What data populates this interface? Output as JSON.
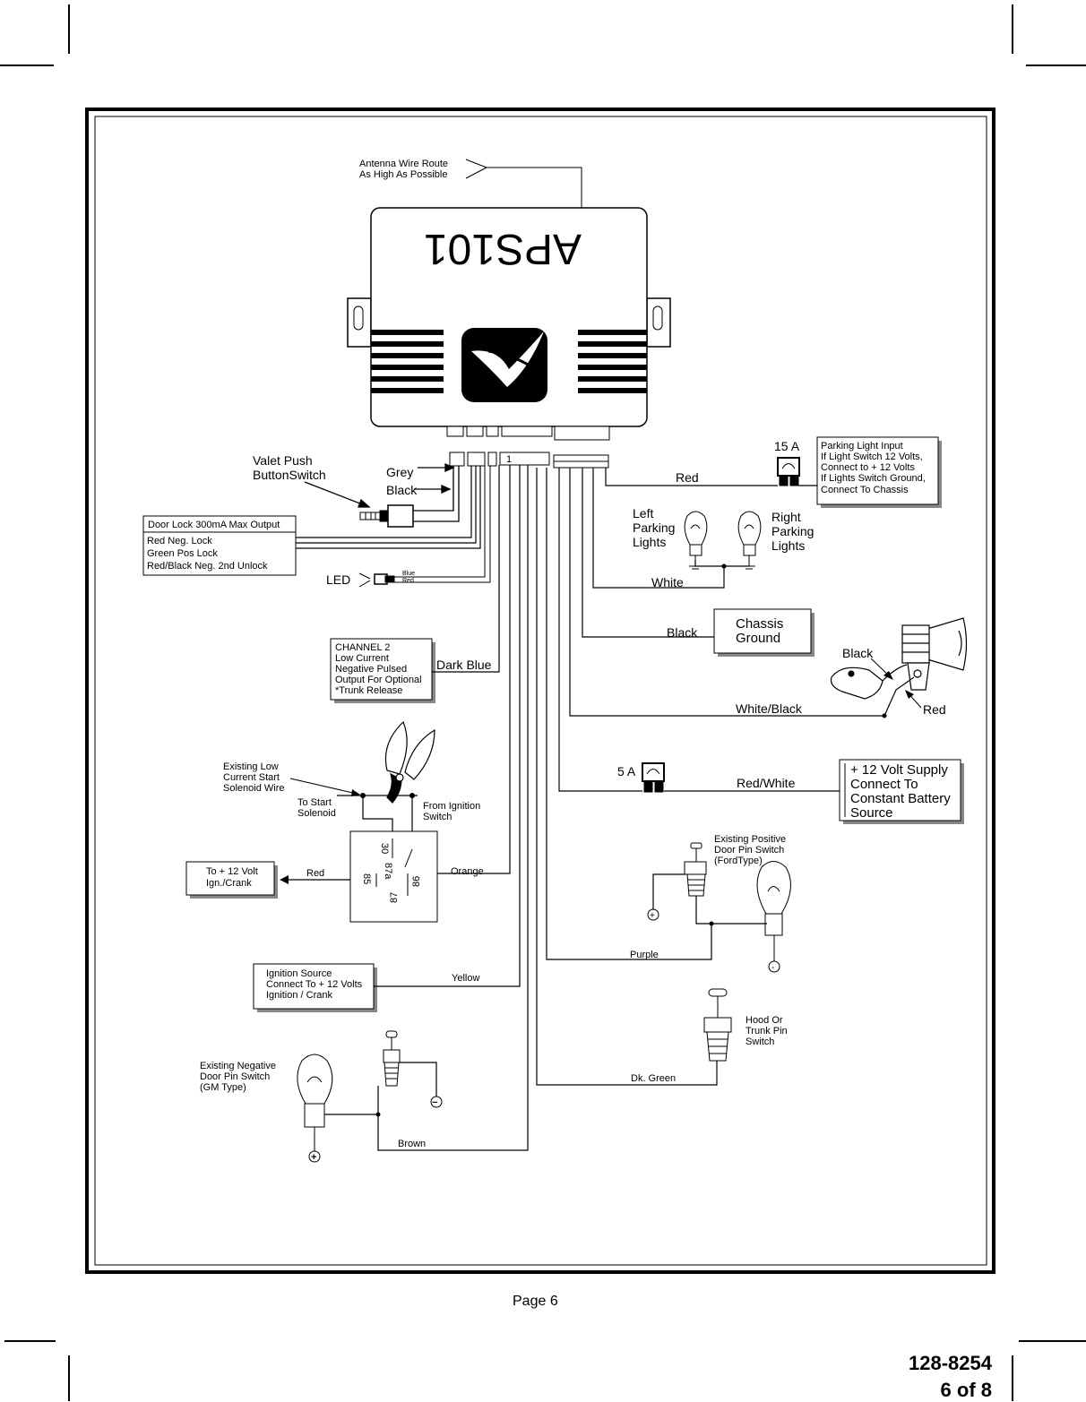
{
  "unit": {
    "model": "APS101"
  },
  "antenna": {
    "line1": "Antenna Wire Route",
    "line2": "As High As Possible"
  },
  "valet": {
    "line1": "Valet Push",
    "line2": "ButtonSwitch",
    "grey": "Grey",
    "black": "Black"
  },
  "door_lock": {
    "title": "Door Lock 300mA Max Output",
    "line1": "Red Neg. Lock",
    "line2": "Green Pos Lock",
    "line3": "Red/Black Neg. 2nd Unlock"
  },
  "led": {
    "label": "LED",
    "blue": "Blue",
    "red": "Red"
  },
  "channel2": {
    "line1": "CHANNEL 2",
    "line2": "Low Current",
    "line3": "Negative Pulsed",
    "line4": "Output For Optional",
    "line5": "*Trunk Release",
    "wire": "Dark Blue"
  },
  "parking": {
    "fuse": "15 A",
    "wire_red": "Red",
    "box_line1": "Parking Light Input",
    "box_line2": "If Light Switch 12 Volts,",
    "box_line3": "Connect to + 12 Volts",
    "box_line4": "If Lights Switch Ground,",
    "box_line5": " Connect To Chassis",
    "left_line1": "Left",
    "left_line2": "Parking",
    "left_line3": "Lights",
    "right_line1": "Right",
    "right_line2": "Parking",
    "right_line3": "Lights",
    "wire_white": "White"
  },
  "chassis": {
    "wire": "Black",
    "line1": "Chassis",
    "line2": "Ground"
  },
  "siren": {
    "black": "Black",
    "red": "Red",
    "wire": "White/Black"
  },
  "supply": {
    "fuse": "5 A",
    "wire": "Red/White",
    "line1": "+ 12 Volt Supply",
    "line2": "Connect To",
    "line3": "Constant Battery",
    "line4": "Source"
  },
  "starter": {
    "existing_line1": "Existing Low",
    "existing_line2": "Current Start",
    "existing_line3": "Solenoid Wire",
    "to_start1": "To Start",
    "to_start2": "Solenoid",
    "from_ign1": "From Ignition",
    "from_ign2": "Switch",
    "pin30": "30",
    "pin87a": "87a",
    "pin85": "85",
    "pin86": "86",
    "pin87": "87",
    "wire_orange": "Orange",
    "wire_red": "Red",
    "to12_line1": "To + 12 Volt",
    "to12_line2": "Ign./Crank"
  },
  "door_pos": {
    "line1": "Existing Positive",
    "line2": "Door Pin Switch",
    "line3": "(FordType)",
    "wire": "Purple",
    "plus": "+",
    "minus": "-"
  },
  "ignition": {
    "line1": "Ignition Source",
    "line2": "Connect To + 12 Volts",
    "line3": "Ignition / Crank",
    "wire": "Yellow"
  },
  "hood": {
    "line1": "Hood Or",
    "line2": "Trunk Pin",
    "line3": "Switch",
    "wire": "Dk. Green"
  },
  "door_neg": {
    "line1": "Existing Negative",
    "line2": "Door Pin Switch",
    "line3": "(GM Type)",
    "wire": "Brown",
    "plus": "+",
    "minus": "−"
  },
  "connector_pin": "1",
  "footer": {
    "page": "Page 6",
    "doc": "128-8254",
    "sheet": "6 of 8"
  }
}
